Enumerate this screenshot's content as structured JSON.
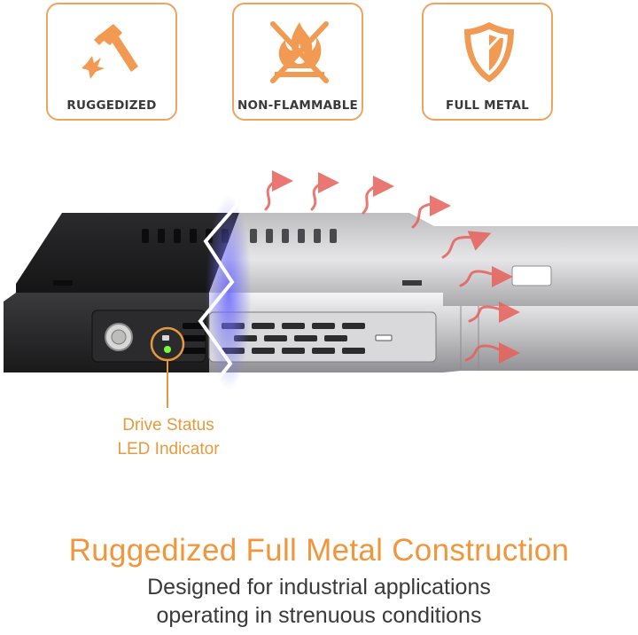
{
  "features": [
    {
      "label": "RUGGEDIZED",
      "icon": "hammer-icon"
    },
    {
      "label": "NON-FLAMMABLE",
      "icon": "no-fire-icon"
    },
    {
      "label": "FULL METAL",
      "icon": "shield-icon"
    }
  ],
  "callout": {
    "line1": "Drive Status",
    "line2": "LED Indicator"
  },
  "headline": "Ruggedized Full Metal Construction",
  "subheadline": {
    "line1": "Designed for industrial applications",
    "line2": "operating in strenuous conditions"
  },
  "colors": {
    "accent": "#f0963c",
    "box_border": "#f0a35e",
    "text_dark": "#3a3a3a",
    "heat_arrow": "#e8605a",
    "led_green": "#7cff3a"
  }
}
